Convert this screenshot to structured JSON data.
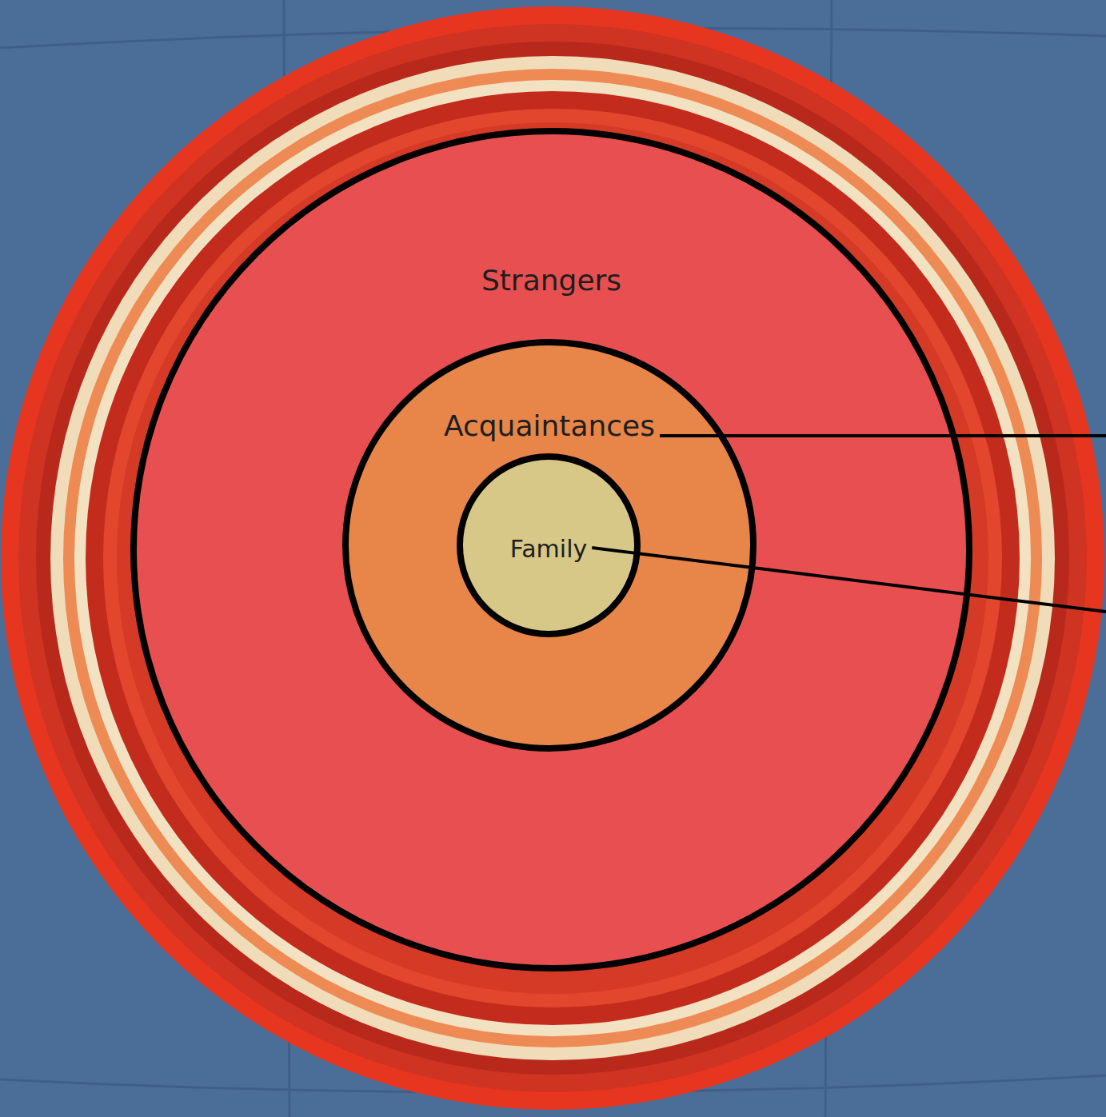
{
  "diagram": {
    "nodes": [
      {
        "text": [
          "Strangers"
        ]
      },
      {
        "text": [
          "Acquaintances"
        ],
        "in": 0
      },
      {
        "text": [
          "Family"
        ],
        "in": 1
      }
    ]
  }
}
